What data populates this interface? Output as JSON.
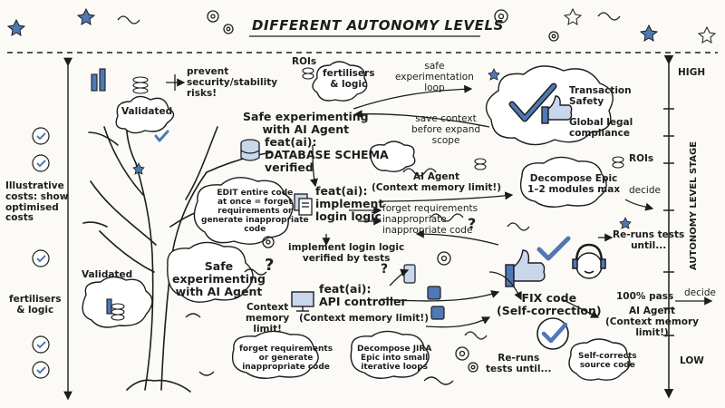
{
  "title": "DIFFERENT AUTONOMY LEVELS",
  "axis": {
    "high": "HIGH",
    "low": "LOW",
    "stage_label": "AUTONOMY LEVEL STAGE",
    "decide": "decide"
  },
  "labels": {
    "prevent_risks": "prevent\nsecurity/stability\nrisks!",
    "rois_top": "ROIs",
    "fertilisers_top": "fertilisers\n& logic",
    "safe_loop": "safe\nexperimentation\nloop",
    "validated_top": "Validated",
    "safe_experimenting_top": "Safe experimenting\nwith AI Agent",
    "save_context": "save context\nbefore expand\nscope",
    "transaction_safety": "Transaction\nSafety",
    "global_compliance": "Global legal\ncompliance",
    "feat_db": "feat(ai):\nDATABASE SCHEMA\nverified",
    "rois_right": "ROIs",
    "decompose_epic": "Decompose Epic\n1–2 modules max",
    "decide_mid": "decide",
    "illustrative_costs": "Illustrative\ncosts: show\noptimised\ncosts",
    "edit_code": "EDIT entire code\nat once = forget\nrequirements or\ngenerate inappropriate\ncode",
    "feat_login": "feat(ai):\nimplement\nlogin logic",
    "ai_agent_memory_mid": "AI Agent\n(Context memory limit!)",
    "forget_requirements_mid": "forget requirements\ninappropriate\ninappropriate code",
    "implement_verified": "implement login logic\nverified by tests",
    "reruns_right": "Re-runs tests\nuntil...",
    "validated_left": "Validated",
    "fertilisers_left": "fertilisers\n& logic",
    "safe_experimenting_mid": "Safe\nexperimenting\nwith AI Agent",
    "feat_api": "feat(ai):\nAPI controller",
    "api_memory": "(Context memory limit!)",
    "context_memory_left": "Context\nmemory\nlimit!",
    "fix_code": "FIX code\n(Self-correction)",
    "pass_100": "100% pass",
    "ai_agent_memory_right": "AI Agent\n(Context memory\nlimit!)",
    "forget_bottom": "forget requirements\nor generate\ninappropriate code",
    "decompose_jira": "Decompose JIRA\nEpic into small\niterative loops",
    "reruns_bottom": "Re-runs\ntests until...",
    "self_corrects": "Self-corrects\nsource code",
    "question_1": "?",
    "question_2": "?",
    "question_3": "?"
  },
  "colors": {
    "ink": "#1d1d1d",
    "accent": "#4f79b5",
    "accent_light": "#c9d7ec",
    "paper": "#fbfaf6"
  }
}
